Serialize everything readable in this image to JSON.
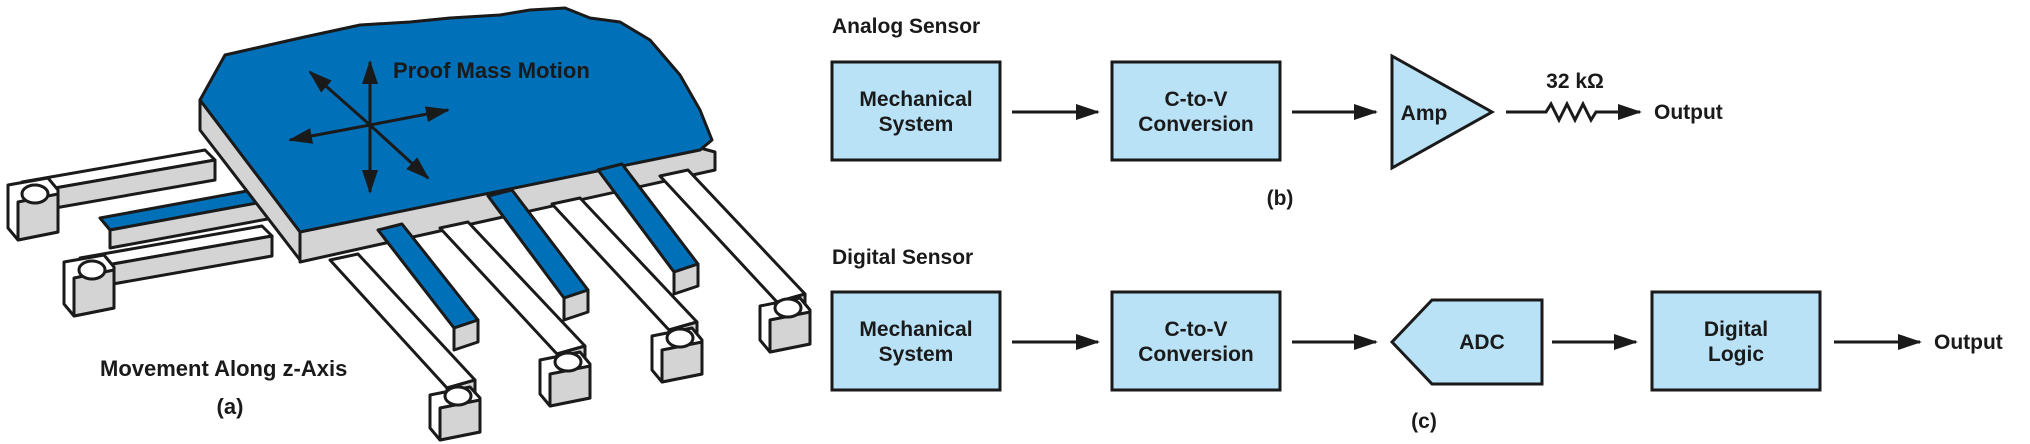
{
  "colors": {
    "proof_mass_blue": "#0070b8",
    "block_fill": "#b9e2f7",
    "outline": "#1a1a1a",
    "finger_top": "#ffffff",
    "finger_side": "#d4d4d4"
  },
  "panel_a": {
    "proof_mass_label": "Proof Mass Motion",
    "movement_label": "Movement Along z-Axis",
    "caption": "(a)"
  },
  "panel_b": {
    "title": "Analog Sensor",
    "mechanical_line1": "Mechanical",
    "mechanical_line2": "System",
    "ctov_line1": "C-to-V",
    "ctov_line2": "Conversion",
    "amp": "Amp",
    "resistor": "32 kΩ",
    "output": "Output",
    "caption": "(b)"
  },
  "panel_c": {
    "title": "Digital Sensor",
    "mechanical_line1": "Mechanical",
    "mechanical_line2": "System",
    "ctov_line1": "C-to-V",
    "ctov_line2": "Conversion",
    "adc": "ADC",
    "logic_line1": "Digital",
    "logic_line2": "Logic",
    "output": "Output",
    "caption": "(c)"
  }
}
